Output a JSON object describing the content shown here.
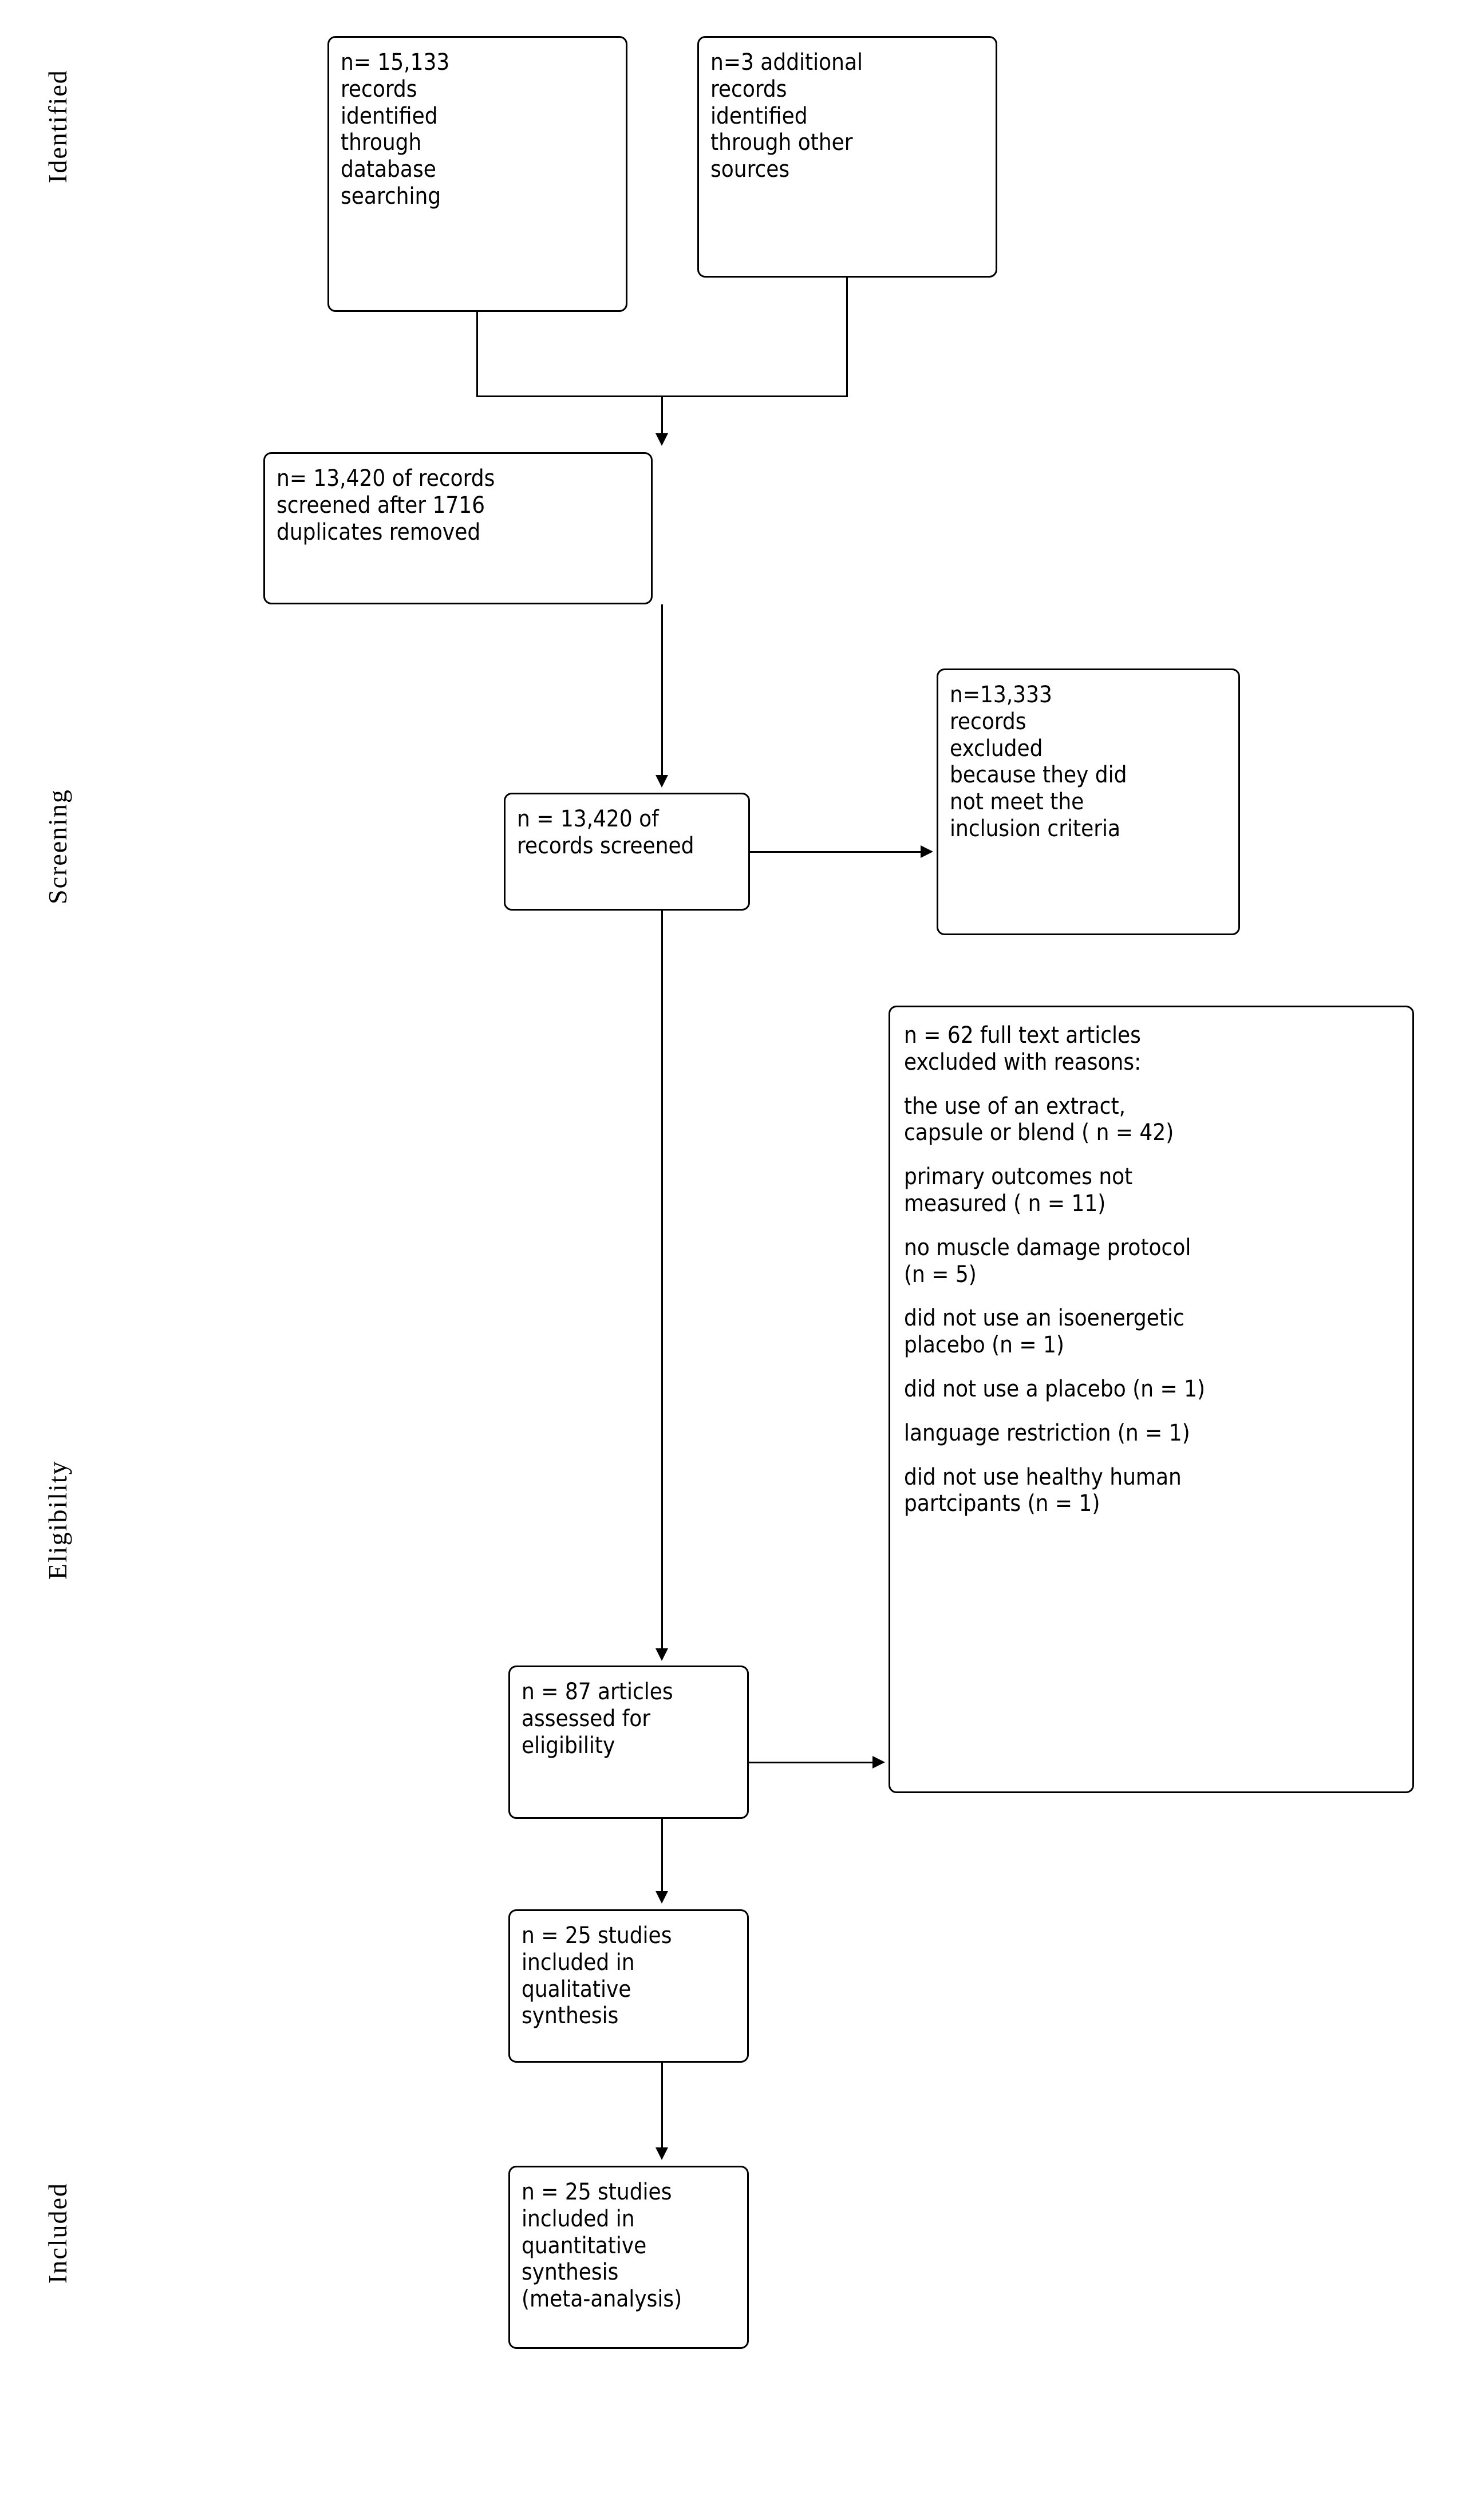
{
  "diagram": {
    "type": "prisma-flow-diagram",
    "stage_labels": [
      {
        "id": "identified",
        "text": "Identified"
      },
      {
        "id": "screening",
        "text": "Screening"
      },
      {
        "id": "eligibility",
        "text": "Eligibility"
      },
      {
        "id": "included",
        "text": "Included"
      }
    ],
    "boxes": {
      "database_search": {
        "lines": "n= 15,133\nrecords\nidentified\nthrough\ndatabase\nsearching"
      },
      "other_sources": {
        "lines": "n=3 additional\nrecords\nidentified\nthrough other\nsources"
      },
      "after_duplicates": {
        "lines": "n= 13,420 of records\nscreened after 1716\nduplicates removed"
      },
      "records_screened": {
        "lines": "n = 13,420 of\nrecords screened"
      },
      "records_excluded": {
        "lines": "n=13,333\nrecords\nexcluded\nbecause they did\nnot meet the\ninclusion criteria"
      },
      "fulltext_excluded": {
        "heading": "n = 62 full text articles\nexcluded with reasons:",
        "reasons": [
          "the use of an extract,\ncapsule or blend ( n = 42)",
          "primary outcomes not\nmeasured ( n = 11)",
          "no muscle damage protocol\n(n = 5)",
          "did not use an isoenergetic\nplacebo (n = 1)",
          "did not use a placebo (n = 1)",
          "language restriction (n = 1)",
          "did not use healthy human\npartcipants (n = 1)"
        ]
      },
      "assessed_eligibility": {
        "lines": "n = 87 articles\nassessed for\neligibility"
      },
      "qualitative_synthesis": {
        "lines": "n = 25 studies\nincluded in\nqualitative\nsynthesis"
      },
      "quantitative_synthesis": {
        "lines": "n = 25 studies\nincluded in\nquantitative\nsynthesis\n(meta-analysis)"
      }
    },
    "counts": {
      "identified_database": 15133,
      "identified_other": 3,
      "duplicates_removed": 1716,
      "screened": 13420,
      "excluded_screening": 13333,
      "fulltext_assessed": 87,
      "fulltext_excluded": 62,
      "reason_extract_capsule_blend": 42,
      "reason_primary_outcomes_not_measured": 11,
      "reason_no_muscle_damage_protocol": 5,
      "reason_not_isoenergetic_placebo": 1,
      "reason_no_placebo": 1,
      "reason_language_restriction": 1,
      "reason_not_healthy_human": 1,
      "included_qualitative": 25,
      "included_quantitative": 25
    },
    "colors": {
      "stroke": "#000000",
      "background": "#ffffff",
      "text": "#000000"
    }
  }
}
